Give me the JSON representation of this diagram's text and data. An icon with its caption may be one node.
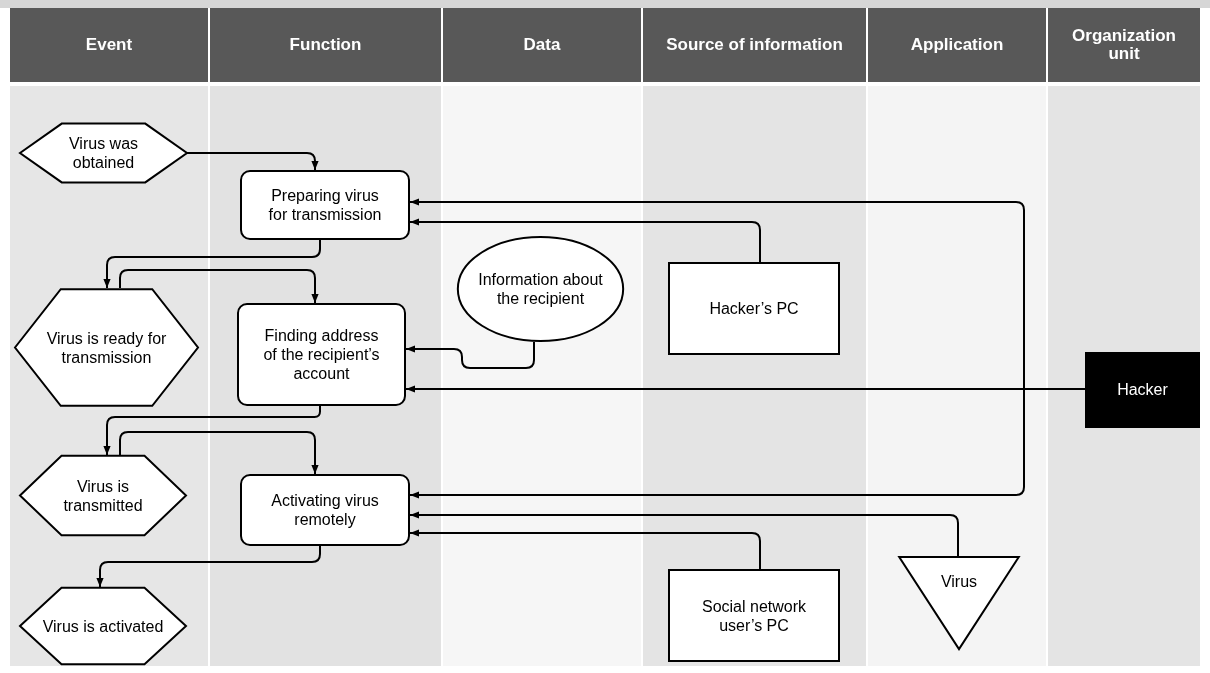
{
  "diagram": {
    "nodes": [
      {
        "text": [
          "Event"
        ]
      },
      {
        "text": [
          "Function"
        ]
      },
      {
        "text": [
          "Data"
        ]
      },
      {
        "text": [
          "Source of information"
        ]
      },
      {
        "text": [
          "Application"
        ]
      },
      {
        "text": [
          "Organization unit"
        ]
      },
      {
        "text": [
          "Virus was obtained"
        ]
      },
      {
        "text": [
          "Preparing virus for transmission"
        ]
      },
      {
        "text": [
          "Virus is ready for transmission"
        ]
      },
      {
        "text": [
          "Finding address of the recipient’s account"
        ]
      },
      {
        "text": [
          "Information about the recipient"
        ]
      },
      {
        "text": [
          "Hacker’s PC"
        ]
      },
      {
        "text": [
          "Hacker"
        ]
      },
      {
        "text": [
          "Virus is transmitted"
        ]
      },
      {
        "text": [
          "Activating virus remotely"
        ]
      },
      {
        "text": [
          "Virus is activated"
        ]
      },
      {
        "text": [
          "Social network user’s PC"
        ]
      },
      {
        "text": [
          "Virus"
        ]
      }
    ],
    "edges": [
      {
        "from": 6,
        "to": 7,
        "arrow": "to"
      },
      {
        "from": 7,
        "to": 8,
        "arrow": "to"
      },
      {
        "from": 8,
        "to": 9,
        "arrow": "to"
      },
      {
        "from": 10,
        "to": 9,
        "arrow": "to"
      },
      {
        "from": 11,
        "to": 7,
        "arrow": "to"
      },
      {
        "from": 12,
        "to": 9,
        "arrow": "to"
      },
      {
        "from": 7,
        "to": 14,
        "arrow": "both"
      },
      {
        "from": 9,
        "to": 13,
        "arrow": "to"
      },
      {
        "from": 13,
        "to": 14,
        "arrow": "to"
      },
      {
        "from": 17,
        "to": 14,
        "arrow": "to"
      },
      {
        "from": 16,
        "to": 14,
        "arrow": "to"
      },
      {
        "from": 14,
        "to": 15,
        "arrow": "to"
      }
    ]
  }
}
